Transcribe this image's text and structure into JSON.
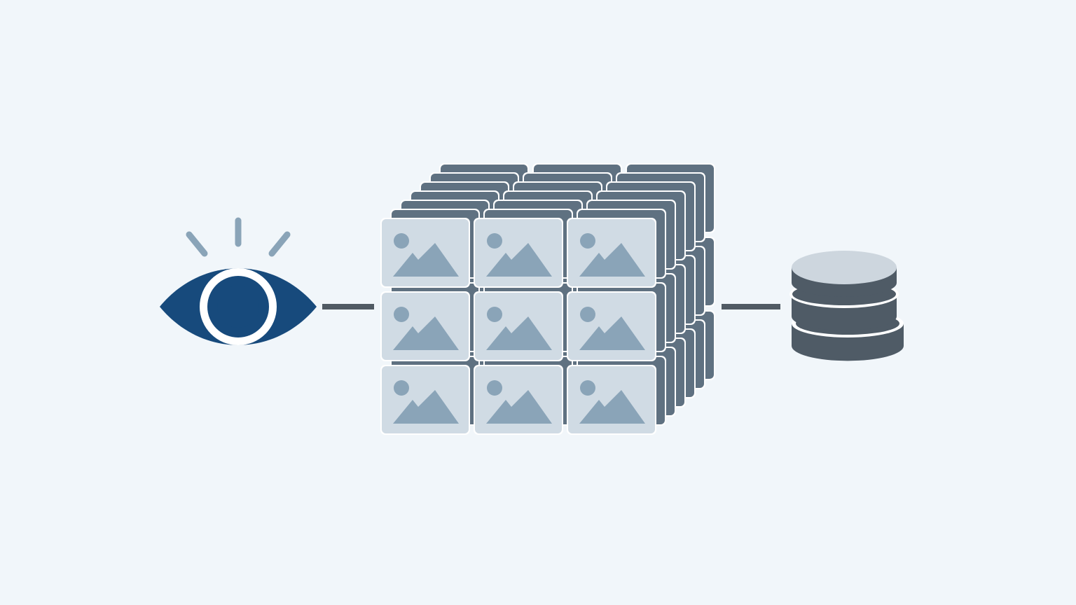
{
  "diagram": {
    "nodes": [
      {
        "id": "eye",
        "icon": "eye-icon",
        "label": ""
      },
      {
        "id": "image-cube",
        "icon": "image-stack-cube-icon",
        "label": "",
        "grid": {
          "rows": 3,
          "cols": 3,
          "depth_layers": 6
        }
      },
      {
        "id": "database",
        "icon": "database-icon",
        "label": ""
      }
    ],
    "edges": [
      {
        "from": "eye",
        "to": "image-cube"
      },
      {
        "from": "image-cube",
        "to": "database"
      }
    ]
  },
  "colors": {
    "background": "#f1f6fa",
    "eye_blue": "#174a7c",
    "ray": "#8aa4b8",
    "tile_fill": "#d0dbe4",
    "tile_glyph": "#8aa4b8",
    "stack_dark": "#5f7181",
    "connector": "#505a63",
    "db_top": "#cdd6de",
    "db_side": "#4f5b66"
  }
}
